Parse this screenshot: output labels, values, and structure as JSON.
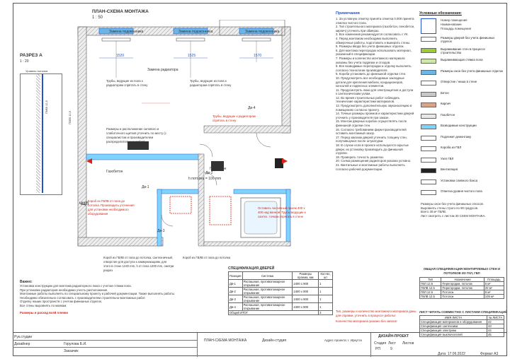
{
  "plan": {
    "title": "ПЛАН-СХЕМА МОНТАЖА",
    "scale": "1 : 50",
    "windowsill_labels": [
      "Замена подоконника",
      "Замена подоконника",
      "Замена подоконника"
    ],
    "dims_top": [
      "1520",
      "1525",
      "1570"
    ],
    "radiator_label": "Замена радиатора",
    "pipes_note_1": "Трубы, ведущие из пола к радиаторам спрятать в стену",
    "pipes_note_2": "Трубы, ведущие из пола к радиаторам спрятать в стену",
    "gasobeton_1": "Газобетон",
    "gasobeton_2": "Газобетон",
    "dv1": "Дв-1",
    "dv2": "Дв-2",
    "dv3": "Дв-3",
    "dv4": "Дв-4",
    "box_note": "Размеры и расположение силового и слаботочного щитков уточнить по месту (с специалистом и производителем распределительных работ)",
    "red_note_1": "Короб из ГВЛВ от пола до потолка. Производить уточнения для установки необходимого оборудования",
    "red_note_2": "Оставить частичный проем 400 х 400 над ванной. Трубы ведущие к сантех. точкам спрятать в стене",
    "red_note_3": "Трубы, ведущие к радиаторам спрятать в стену",
    "shaft_note": "Короб из ГВЛВ от пола до потолка, сантехничный, отверстие для доступа к коммуникациям, для этого в стене 1240 mm, h от пола 1200 mm, смотри разрез",
    "shaft_note_2": "Короб из ГВЛВ от пола до потолка",
    "ceiling_label": "h потолка = 100 mm",
    "chp_label": "ЧЦП"
  },
  "section": {
    "title": "РАЗРЕЗ А",
    "scale": "1 : 20",
    "ceiling_level": "Уровень потолка",
    "label_gvlv": "ГВЛВ 12,5",
    "label_gvlv_2": "ГВЛВ 12,5"
  },
  "notes": {
    "title": "Примечания",
    "items": [
      "1. За условную отметку принята отметка 0.000 принята отметка чистого пола.",
      "2. Тип строительного материала (газобетон, пенобетон, кирпич) уточнить при обмерах.",
      "3. Все изменения рекомендуется согласовать с УК.",
      "4. Перед монтажом необходимо выполнить обмерочные работы, подготовить и выверить стены.",
      "5. Размеры ввода без учета финишных отделок.",
      "6. Для монтажа перегородок использовать материал, указанный в спецификации.",
      "7. Размеры и количество монтажного материала указаны без учета подрезки и отходов.",
      "8. Все возводимые перегородки и отделку выполнять согласно технологии производителя.",
      "9. Короба установить до финишной отделки стен.",
      "10. Предусмотреть все необходимые закладные детали для крепления мебели, кондиционеров, консолей и подвесных элементов.",
      "11. Предусмотреть люки для электрощитков и доступа к сантехническим узлам.",
      "12. Во время строительных работ соблюдать технические характеристики материалов.",
      "13. Предусмотреть дополнительную звукоизоляцию в помещениях согласно проекту.",
      "14. Точные размеры проемов и характеристики дверей уточнить у производителя при заказе.",
      "15. Монтаж дверных коробок осуществлять после финишной отделки стен.",
      "16. Согласно требованиям фирм-производителей оставить монтажный зазор.",
      "17. Перед заказом дверей уточнить толщину стен, получившуюся после штукатурки.",
      "18. В случае если в проекте используются скрытые двери, их установку производить до финишной отделки.",
      "19. Проверить точность разметки.",
      "20. Схема размещения радиаторов указана условно.",
      "21. Винтильные и монтажные работы выполнять согласно рабочей документации."
    ],
    "footer_red_1": "Тип, размеры и количество монтажного материала даны для справки, уточнить в процессе работы!",
    "footer_red_2": "Количество материала указано без запаса!"
  },
  "legend": {
    "title": "Условные обозначения:",
    "header_items": [
      "Номер помещения",
      "Наименование",
      "Площадь помещения"
    ],
    "rows": [
      {
        "label": "Размеры дверей без учета финишных отделок",
        "color": "#ffffff"
      },
      {
        "label": "Выравнивание стен в процессе строительства",
        "color": "#9acd32"
      },
      {
        "label": "Выравнивающая стяжка пола",
        "color": "#cfe8a9"
      },
      {
        "label": "Размеры окон без учета финишных отделок",
        "color": "#6cb6e6"
      },
      {
        "label": "Отверстие / ниша в стене",
        "color": "#ffffff"
      },
      {
        "label": "Бетон",
        "color": "#c8c8c8"
      },
      {
        "label": "Кирпич",
        "color": "#d7a58a"
      },
      {
        "label": "Газобетон",
        "color": "#e8e8e8"
      },
      {
        "label": "Возводимые конструкции",
        "color": "#7fd3ff"
      },
      {
        "label": "Подлежит демонтажу",
        "color": "#ffffff"
      },
      {
        "label": "Короба из ГВЛ",
        "color": "#ffffff"
      },
      {
        "label": "Узел ГВЛ",
        "color": "#ffffff"
      },
      {
        "label": "Вентиляция",
        "color": "#222222"
      },
      {
        "label": "Установка сливного бокса",
        "color": "#ffffff"
      },
      {
        "label": "Отметка уровня чистого пола",
        "color": "#ffffff"
      }
    ],
    "extra": [
      "Размеры окон без учета финишных откосов.",
      "Выровнять стены строго по 90 градусов.",
      "Всего 30 м² ГВЛВ.",
      "Лист смотреть с листом 30 СХЕМ МОНТАЖА."
    ]
  },
  "doors": {
    "title": "СПЕЦИФИКАЦИЯ ДВЕРЕЙ",
    "headers": [
      "Позиция",
      "Система",
      "Размеры проема, мм",
      "Кол-во, шт"
    ],
    "rows": [
      [
        "Дв-1",
        "Распашная, противопожарное открывание",
        "2400 x 900",
        "1"
      ],
      [
        "Дв-2",
        "Распашная, противопожарное открывание",
        "2400 x 900",
        "1"
      ],
      [
        "Дв-3",
        "Распашная, противопожарное открывание",
        "2400 x 900",
        "1"
      ],
      [
        "Дв-4",
        "Распашная, противопожарное открывание",
        "2400 x 900",
        "1"
      ]
    ],
    "total_label": "Общий ИТОГ",
    "total_value": "3"
  },
  "materials": {
    "title": "ОБЩАЯ СПЕЦИФИКАЦИЯ МОНТИРУЕМЫХ СТЕН И ПОТОЛКОВ ИЗ ГКЛ, ГВЛ",
    "headers": [
      "Тип",
      "Назначение",
      "Площадь"
    ],
    "rows": [
      [
        "ГВЛ 12.5",
        "Перегородки, потолок",
        "6 м²"
      ],
      [
        "ГВЛВ 12.5",
        "Перегородки, потолок",
        "20 м²"
      ],
      [
        "ГВЛ 12.5",
        "Потолок",
        "8 м²"
      ],
      [
        "ГВЛВ 12.5",
        "Потолок",
        "105 м²"
      ]
    ]
  },
  "sheets": {
    "title": "ЛИСТ ЧИТАТЬ СОВМЕСТНО С ЛИСТАМИ СПЕЦИФИКАЦИЙ",
    "headers": [
      "ИМЯ ЛИСТА",
      "№ ЛИСТА"
    ],
    "rows": [
      [
        "Спецификация материалов и оборудования",
        "42"
      ],
      [
        "Спецификация сантехники",
        "43"
      ],
      [
        "Спецификация электрики",
        "44"
      ],
      [
        "Спецификация выключателей",
        "45"
      ]
    ]
  },
  "important": {
    "title": "Важно:",
    "lines": [
      "Установка конструкции для монтажа радиаторного люка с учетом стяжки пола.",
      "При установке радиаторов необходимо учесть расположение.",
      "Монтажные работы выполнять по специальному проекту и рабочей документации. Также выполнять работы.",
      "Необходимо обязательно согласовать с производителем строительно-монтажных работ.",
      "Отделку наших пространств с учетом финишных отделок.",
      "Все стены выровнять по маякам."
    ],
    "red_line": "Размеры и расход всей пленки"
  },
  "stamp": {
    "rows": [
      [
        "Рук.студии",
        "",
        "",
        "",
        ""
      ],
      [
        "Дизайнер",
        "Горулова Б.И.",
        "",
        "",
        ""
      ]
    ],
    "customer": "Заказчик",
    "plan_name": "ПЛАН-СХЕМА МОНТАЖА",
    "studio": "Дизайн-студия",
    "project": "Адрес проекта: г. Иркутск",
    "stage_label": "Стадия",
    "sheet_label": "Лист",
    "sheets_label": "Листов",
    "stage": "РП",
    "sheet": "9",
    "design_project": "ДИЗАЙН-ПРОЕКТ",
    "date": "Дата: 17.06.2022",
    "format": "Формат А3"
  }
}
